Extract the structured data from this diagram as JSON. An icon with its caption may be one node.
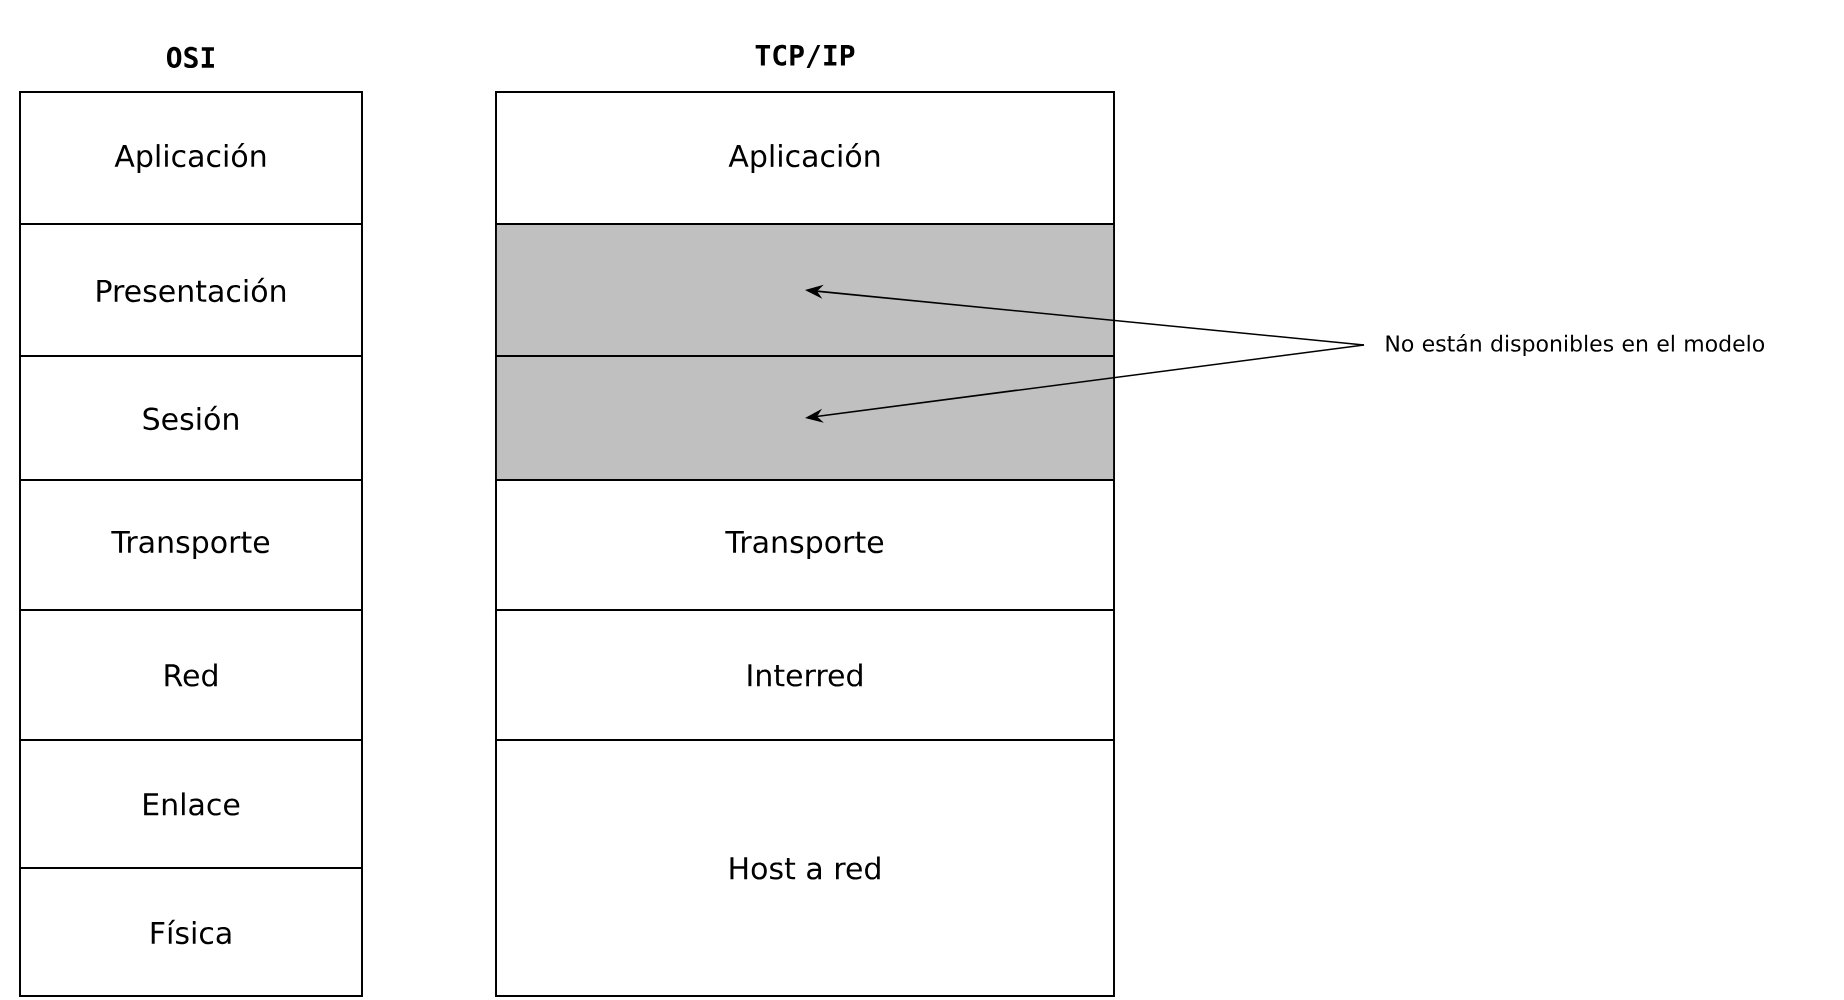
{
  "diagram": {
    "nodes": [
      {
        "text": [
          "OSI"
        ]
      },
      {
        "text": [
          "Aplicación"
        ],
        "in": 0
      },
      {
        "text": [
          "Presentación"
        ],
        "in": 0
      },
      {
        "text": [
          "Sesión"
        ],
        "in": 0
      },
      {
        "text": [
          "Transporte"
        ],
        "in": 0
      },
      {
        "text": [
          "Red"
        ],
        "in": 0
      },
      {
        "text": [
          "Enlace"
        ],
        "in": 0
      },
      {
        "text": [
          "Física"
        ],
        "in": 0
      },
      {
        "text": [
          "TCP/IP"
        ]
      },
      {
        "text": [
          "Aplicación"
        ],
        "in": 8
      },
      {
        "text": [],
        "shape": "box",
        "in": 8
      },
      {
        "text": [],
        "shape": "box",
        "in": 8
      },
      {
        "text": [
          "Transporte"
        ],
        "in": 8
      },
      {
        "text": [
          "Interred"
        ],
        "in": 8
      },
      {
        "text": [
          "Host a red"
        ],
        "in": 8
      },
      {
        "text": [
          "No están disponibles en el modelo"
        ]
      }
    ],
    "edges": [
      {
        "from": 15,
        "to": 10,
        "arrow": "to"
      },
      {
        "from": 15,
        "to": 11,
        "arrow": "to"
      }
    ]
  }
}
